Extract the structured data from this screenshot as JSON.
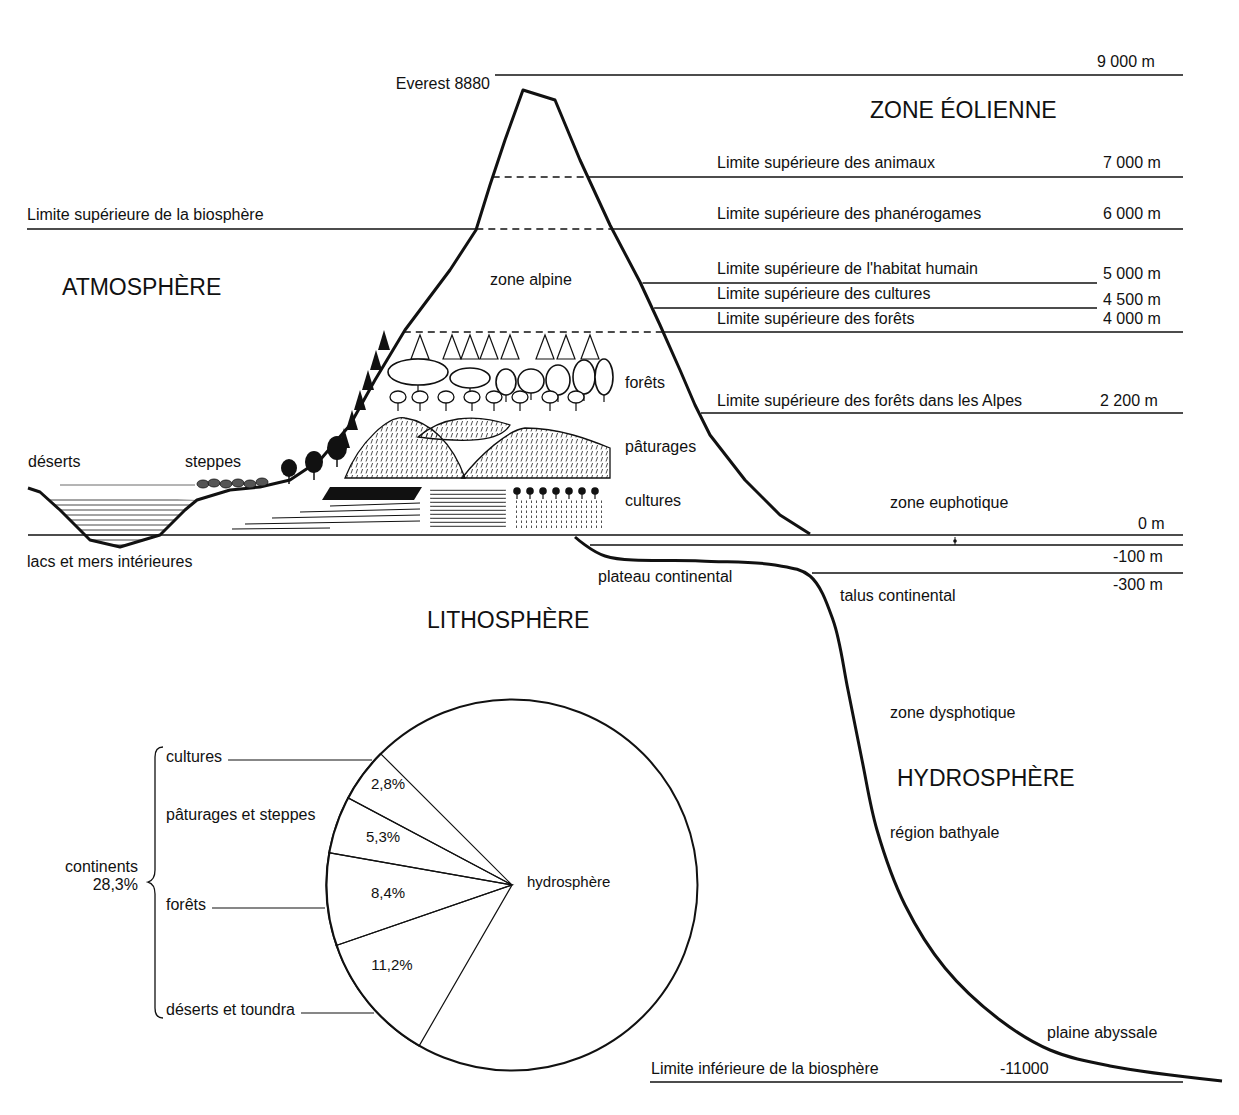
{
  "diagram": {
    "nodes": [
      {
        "text": [
          "hydrosphère"
        ]
      },
      {
        "text": [
          "2,8%"
        ],
        "in": 0
      },
      {
        "text": [
          "5,3%"
        ],
        "in": 0
      },
      {
        "text": [
          "8,4%"
        ],
        "in": 0
      },
      {
        "text": [
          "11,2%"
        ],
        "in": 0
      }
    ],
    "labels": [
      "Everest 8880",
      "9 000 m",
      "ZONE ÉOLIENNE",
      "Limite supérieure des animaux",
      "7 000 m",
      "Limite supérieure de la biosphère",
      "Limite supérieure des phanérogames",
      "6 000 m",
      "ATMOSPHÈRE",
      "zone alpine",
      "Limite supérieure de l'habitat humain",
      "5 000 m",
      "Limite supérieure des cultures",
      "4 500 m",
      "Limite supérieure des forêts",
      "4 000 m",
      "forêts",
      "Limite supérieure des forêts dans les Alpes",
      "2 200 m",
      "pâturages",
      "déserts",
      "steppes",
      "cultures",
      "zone euphotique",
      "0 m",
      "lacs et mers intérieures",
      "-100 m",
      "plateau continental",
      "-300 m",
      "talus continental",
      "LITHOSPHÈRE",
      "zone dysphotique",
      "HYDROSPHÈRE",
      "région bathyale",
      "cultures",
      "pâturages et steppes",
      "continents 28,3%",
      "forêts",
      "déserts et toundra",
      "plaine abyssale",
      "Limite inférieure de la biosphère",
      "-11000"
    ]
  }
}
